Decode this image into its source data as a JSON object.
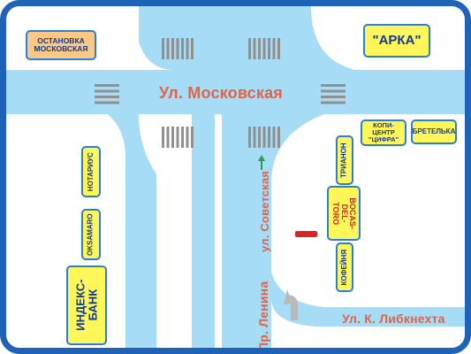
{
  "colors": {
    "frame": "#1f63b8",
    "road": "#a6dcf5",
    "median": "#ffffff",
    "crosswalk": "#909090",
    "street_label_main": "#e0644b",
    "street_label_side": "#e0644b",
    "arrow": "#2aa04a",
    "business_fill": "#fff75a",
    "business_orange": "#fbc886",
    "business_text": "#143a8c",
    "business_border": "#2b7fd6",
    "marker": "#d6232a"
  },
  "streets": {
    "main": "Ул. Московская",
    "sovetskaya": "ул. Советская",
    "lenina": "Пр. Ленина",
    "libknehta": "Ул. К. Либкнехта"
  },
  "businesses": {
    "ostanovka": "ОСТАНОВКА\nМОСКОВСКАЯ",
    "arka": "\"АРКА\"",
    "kopi": "КОПИ-ЦЕНТР\n\"ЦИФРА\"",
    "bretelka": "БРЕТЕЛЬКА",
    "trianon": "ТРИАНОН",
    "bocas": "BOCAS-\nDEL-TORO",
    "kofeynya": "КОФЕЙНЯ",
    "notarius": "НОТАРИУС",
    "oksamaro": "OKSAMARO",
    "indeks": "ИНДЕКС-\nБАНК"
  },
  "icons": {
    "direction_arrow": "arrow-up-icon",
    "turn_arrow": "turn-arrow-icon",
    "location_marker": "marker-icon"
  }
}
